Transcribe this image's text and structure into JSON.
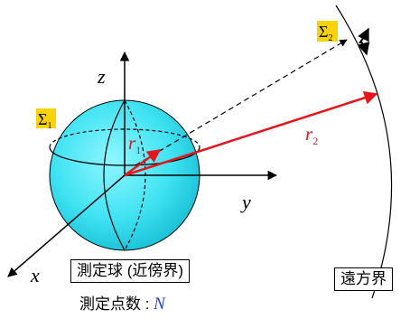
{
  "labels": {
    "sigma1": "Σ",
    "sigma1_sub": "1",
    "sigma2": "Σ",
    "sigma2_sub": "2",
    "axis_z": "z",
    "axis_y": "y",
    "axis_x": "x",
    "r1": "r",
    "r1_sub": "1",
    "r2": "r",
    "r2_sub": "2"
  },
  "boxes": {
    "measurement_sphere": "測定球 (近傍界)",
    "far_boundary": "遠方界"
  },
  "measurement_points": {
    "label": "測定点数 : ",
    "variable": "N"
  },
  "colors": {
    "sphere_fill": "#2ee0ef",
    "arrow_red": "#e8141c",
    "label_highlight": "#f5d400",
    "variable_blue": "#1f3fd6"
  }
}
